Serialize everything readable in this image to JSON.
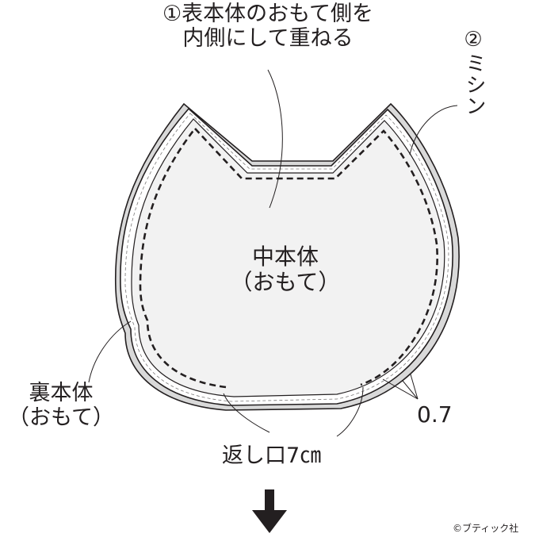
{
  "labels": {
    "step1_line1": "①表本体のおもて側を",
    "step1_line2": "内側にして重ねる",
    "step2_number": "②",
    "step2_text": "ミシン",
    "center_piece_line1": "中本体",
    "center_piece_line2": "（おもて）",
    "back_piece_line1": "裏本体",
    "back_piece_line2": "（おもて）",
    "seam_allowance": "0.7",
    "return_opening": "返し口7㎝",
    "credit": "©ブティック社"
  },
  "icons": {
    "arrow": "arrow-down-icon"
  },
  "colors": {
    "line": "#231f20",
    "fill_inner": "#f2f2f2",
    "fill_paper": "#ffffff",
    "shadow": "#d9d9d9"
  }
}
